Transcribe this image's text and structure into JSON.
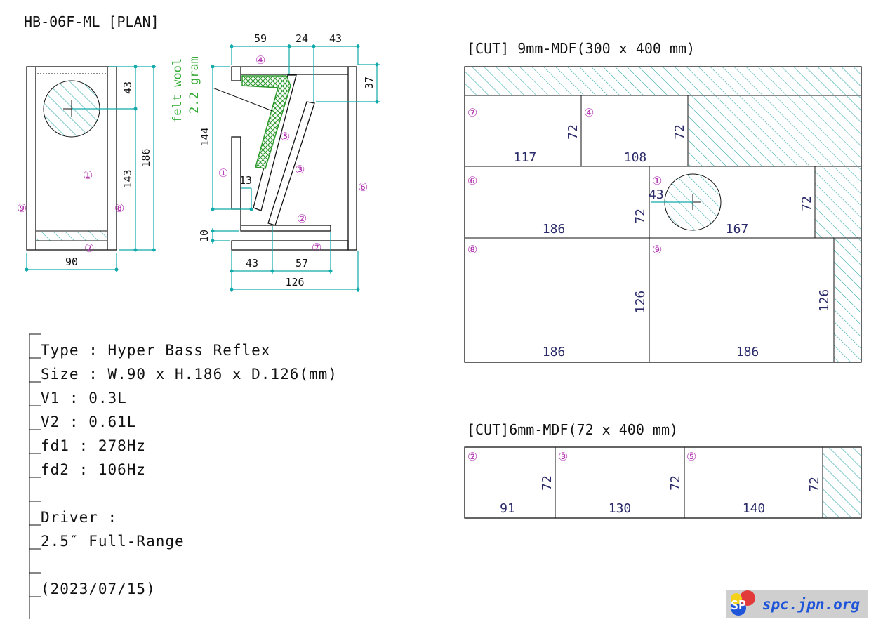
{
  "title": "HB-06F-ML [PLAN]",
  "plan": {
    "front_dims": {
      "width": "90",
      "height": "186",
      "top": "43",
      "lower": "143"
    },
    "side_dims": {
      "top_a": "59",
      "top_b": "24",
      "top_c": "43",
      "right_top": "37",
      "left_mid": "144",
      "inner": "13",
      "bottom_gap": "10",
      "bottom_a": "43",
      "bottom_b": "57",
      "bottom_total": "126"
    },
    "felt_label_1": "felt wool",
    "felt_label_2": "2.2 gram",
    "parts": {
      "p1": "①",
      "p2": "②",
      "p3": "③",
      "p4": "④",
      "p5": "⑤",
      "p6": "⑥",
      "p7": "⑦",
      "p8": "⑧",
      "p9": "⑨"
    }
  },
  "cut9": {
    "title": "[CUT] 9mm-MDF(300 x 400 mm)",
    "pieces": [
      {
        "num": "⑦",
        "w": "117",
        "h": "72"
      },
      {
        "num": "④",
        "w": "108",
        "h": "72"
      },
      {
        "num": "⑥",
        "w": "186",
        "h": "72"
      },
      {
        "num": "①",
        "w": "167",
        "h": "72",
        "hole": "43"
      },
      {
        "num": "⑧",
        "w": "186",
        "h": "126"
      },
      {
        "num": "⑨",
        "w": "186",
        "h": "126"
      }
    ],
    "extra_h": "72"
  },
  "cut6": {
    "title": "[CUT]6mm-MDF(72 x 400 mm)",
    "pieces": [
      {
        "num": "②",
        "w": "91",
        "h": "72"
      },
      {
        "num": "③",
        "w": "130",
        "h": "72"
      },
      {
        "num": "⑤",
        "w": "140",
        "h": "72"
      }
    ]
  },
  "specs": [
    "Type : Hyper Bass Reflex",
    "Size : W.90 x H.186 x D.126(mm)",
    "V1 : 0.3L",
    "V2 : 0.61L",
    "fd1 : 278Hz",
    "fd2 : 106Hz",
    "",
    "Driver :",
    "2.5″ Full-Range",
    "",
    "(2023/07/15)"
  ],
  "logo": {
    "letters": "SP",
    "site": "spc.jpn.org"
  },
  "colors": {
    "dimension": "#11aaaa",
    "part_number": "#b030b0",
    "felt": "#33aa33",
    "hatch": "#11aaaa",
    "cut_label": "#2a2a6a"
  }
}
